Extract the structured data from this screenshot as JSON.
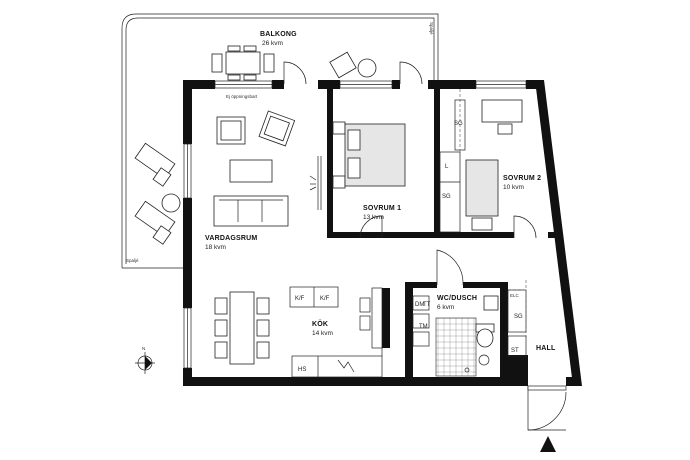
{
  "rooms": {
    "balkong": {
      "name": "BALKONG",
      "area": "26 kvm"
    },
    "vardagsrum": {
      "name": "VARDAGSRUM",
      "area": "18 kvm"
    },
    "sovrum1": {
      "name": "SOVRUM 1",
      "area": "13 kvm"
    },
    "sovrum2": {
      "name": "SOVRUM 2",
      "area": "10 kvm"
    },
    "kok": {
      "name": "KÖK",
      "area": "14 kvm"
    },
    "wc": {
      "name": "WC/DUSCH",
      "area": "6 kvm"
    },
    "hall": {
      "name": "HALL"
    }
  },
  "labels": {
    "sg_sovrum2": "SG",
    "sg_closet": "SG",
    "l": "L",
    "kf1": "K/F",
    "kf2": "K/F",
    "dm": "DM",
    "tt": "TT",
    "tm": "TM",
    "hs": "HS",
    "sg_hall": "SG",
    "st": "ST",
    "elc": "ELC",
    "ej_oppningsbar": "Ej öppningsbart",
    "spalje_left": "Spaljé",
    "spalje_right": "Spaljé",
    "compass": "N"
  },
  "colors": {
    "wall": "#111111",
    "furniture_fill": "#e6e6e6",
    "background": "#ffffff"
  }
}
